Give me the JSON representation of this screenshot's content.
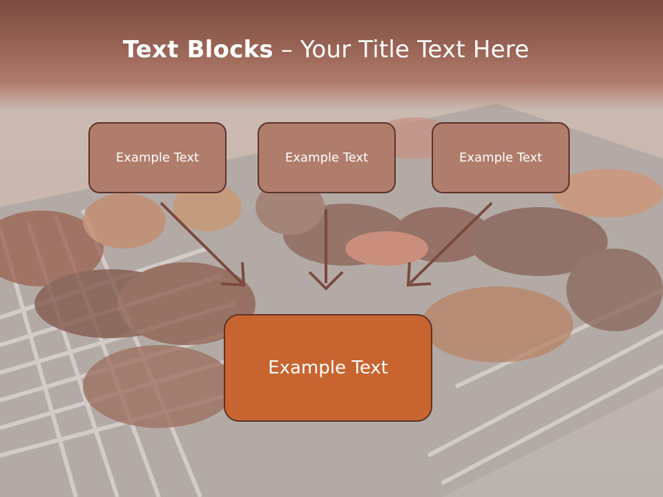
{
  "title": {
    "bold": "Text Blocks",
    "rest": " – Your Title Text Here"
  },
  "blocks": [
    {
      "label": "Example Text"
    },
    {
      "label": "Example Text"
    },
    {
      "label": "Example Text"
    }
  ],
  "main_block": {
    "label": "Example Text"
  },
  "colors": {
    "header": "#9a6556",
    "small_box": "#b07c6c",
    "main_box": "#c8642f",
    "outline": "#5b3128"
  }
}
